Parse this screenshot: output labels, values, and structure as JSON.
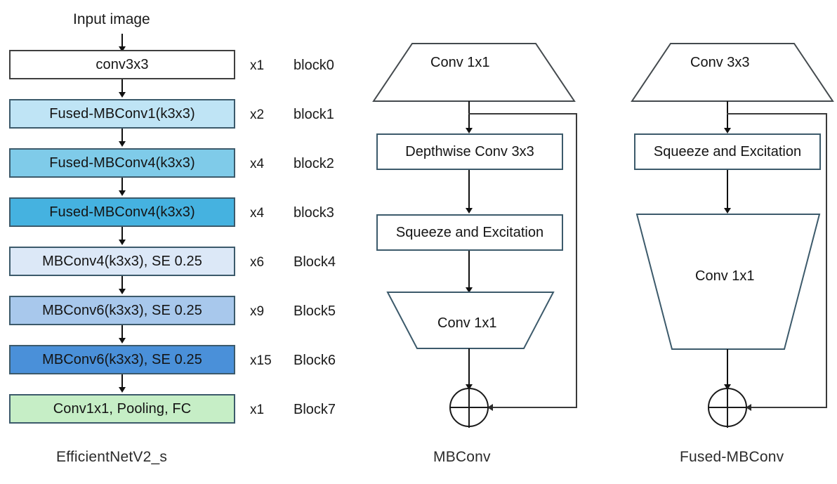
{
  "diagram": {
    "title_left": "EfficientNetV2_s",
    "title_middle": "MBConv",
    "title_right": "Fused-MBConv",
    "input_label": "Input image"
  },
  "colors": {
    "block0_fill": "#ffffff",
    "block1_fill": "#bfe4f5",
    "block2_fill": "#7fcbe9",
    "block3_fill": "#45b2e0",
    "block4_fill": "#dce8f7",
    "block5_fill": "#a8c8ec",
    "block6_fill": "#4a90d9",
    "block7_fill": "#c6eec6",
    "box_border_dark": "#3f3f3f",
    "box_border_blue": "#3c5a6b",
    "line": "#111111"
  },
  "backbone": {
    "rows": [
      {
        "label": "conv3x3",
        "repeat": "x1",
        "block": "block0",
        "fill_key": "block0_fill"
      },
      {
        "label": "Fused-MBConv1(k3x3)",
        "repeat": "x2",
        "block": "block1",
        "fill_key": "block1_fill"
      },
      {
        "label": "Fused-MBConv4(k3x3)",
        "repeat": "x4",
        "block": "block2",
        "fill_key": "block2_fill"
      },
      {
        "label": "Fused-MBConv4(k3x3)",
        "repeat": "x4",
        "block": "block3",
        "fill_key": "block3_fill"
      },
      {
        "label": "MBConv4(k3x3), SE 0.25",
        "repeat": "x6",
        "block": "Block4",
        "fill_key": "block4_fill"
      },
      {
        "label": "MBConv6(k3x3), SE 0.25",
        "repeat": "x9",
        "block": "Block5",
        "fill_key": "block5_fill"
      },
      {
        "label": "MBConv6(k3x3), SE 0.25",
        "repeat": "x15",
        "block": "Block6",
        "fill_key": "block6_fill"
      },
      {
        "label": "Conv1x1, Pooling, FC",
        "repeat": "x1",
        "block": "Block7",
        "fill_key": "block7_fill"
      }
    ]
  },
  "mbconv": {
    "stage1": "Conv 1x1",
    "stage2": "Depthwise Conv 3x3",
    "stage3": "Squeeze and Excitation",
    "stage4": "Conv 1x1",
    "merge": "add"
  },
  "fused_mbconv": {
    "stage1": "Conv 3x3",
    "stage2": "Squeeze and Excitation",
    "stage3": "Conv 1x1",
    "merge": "add"
  }
}
